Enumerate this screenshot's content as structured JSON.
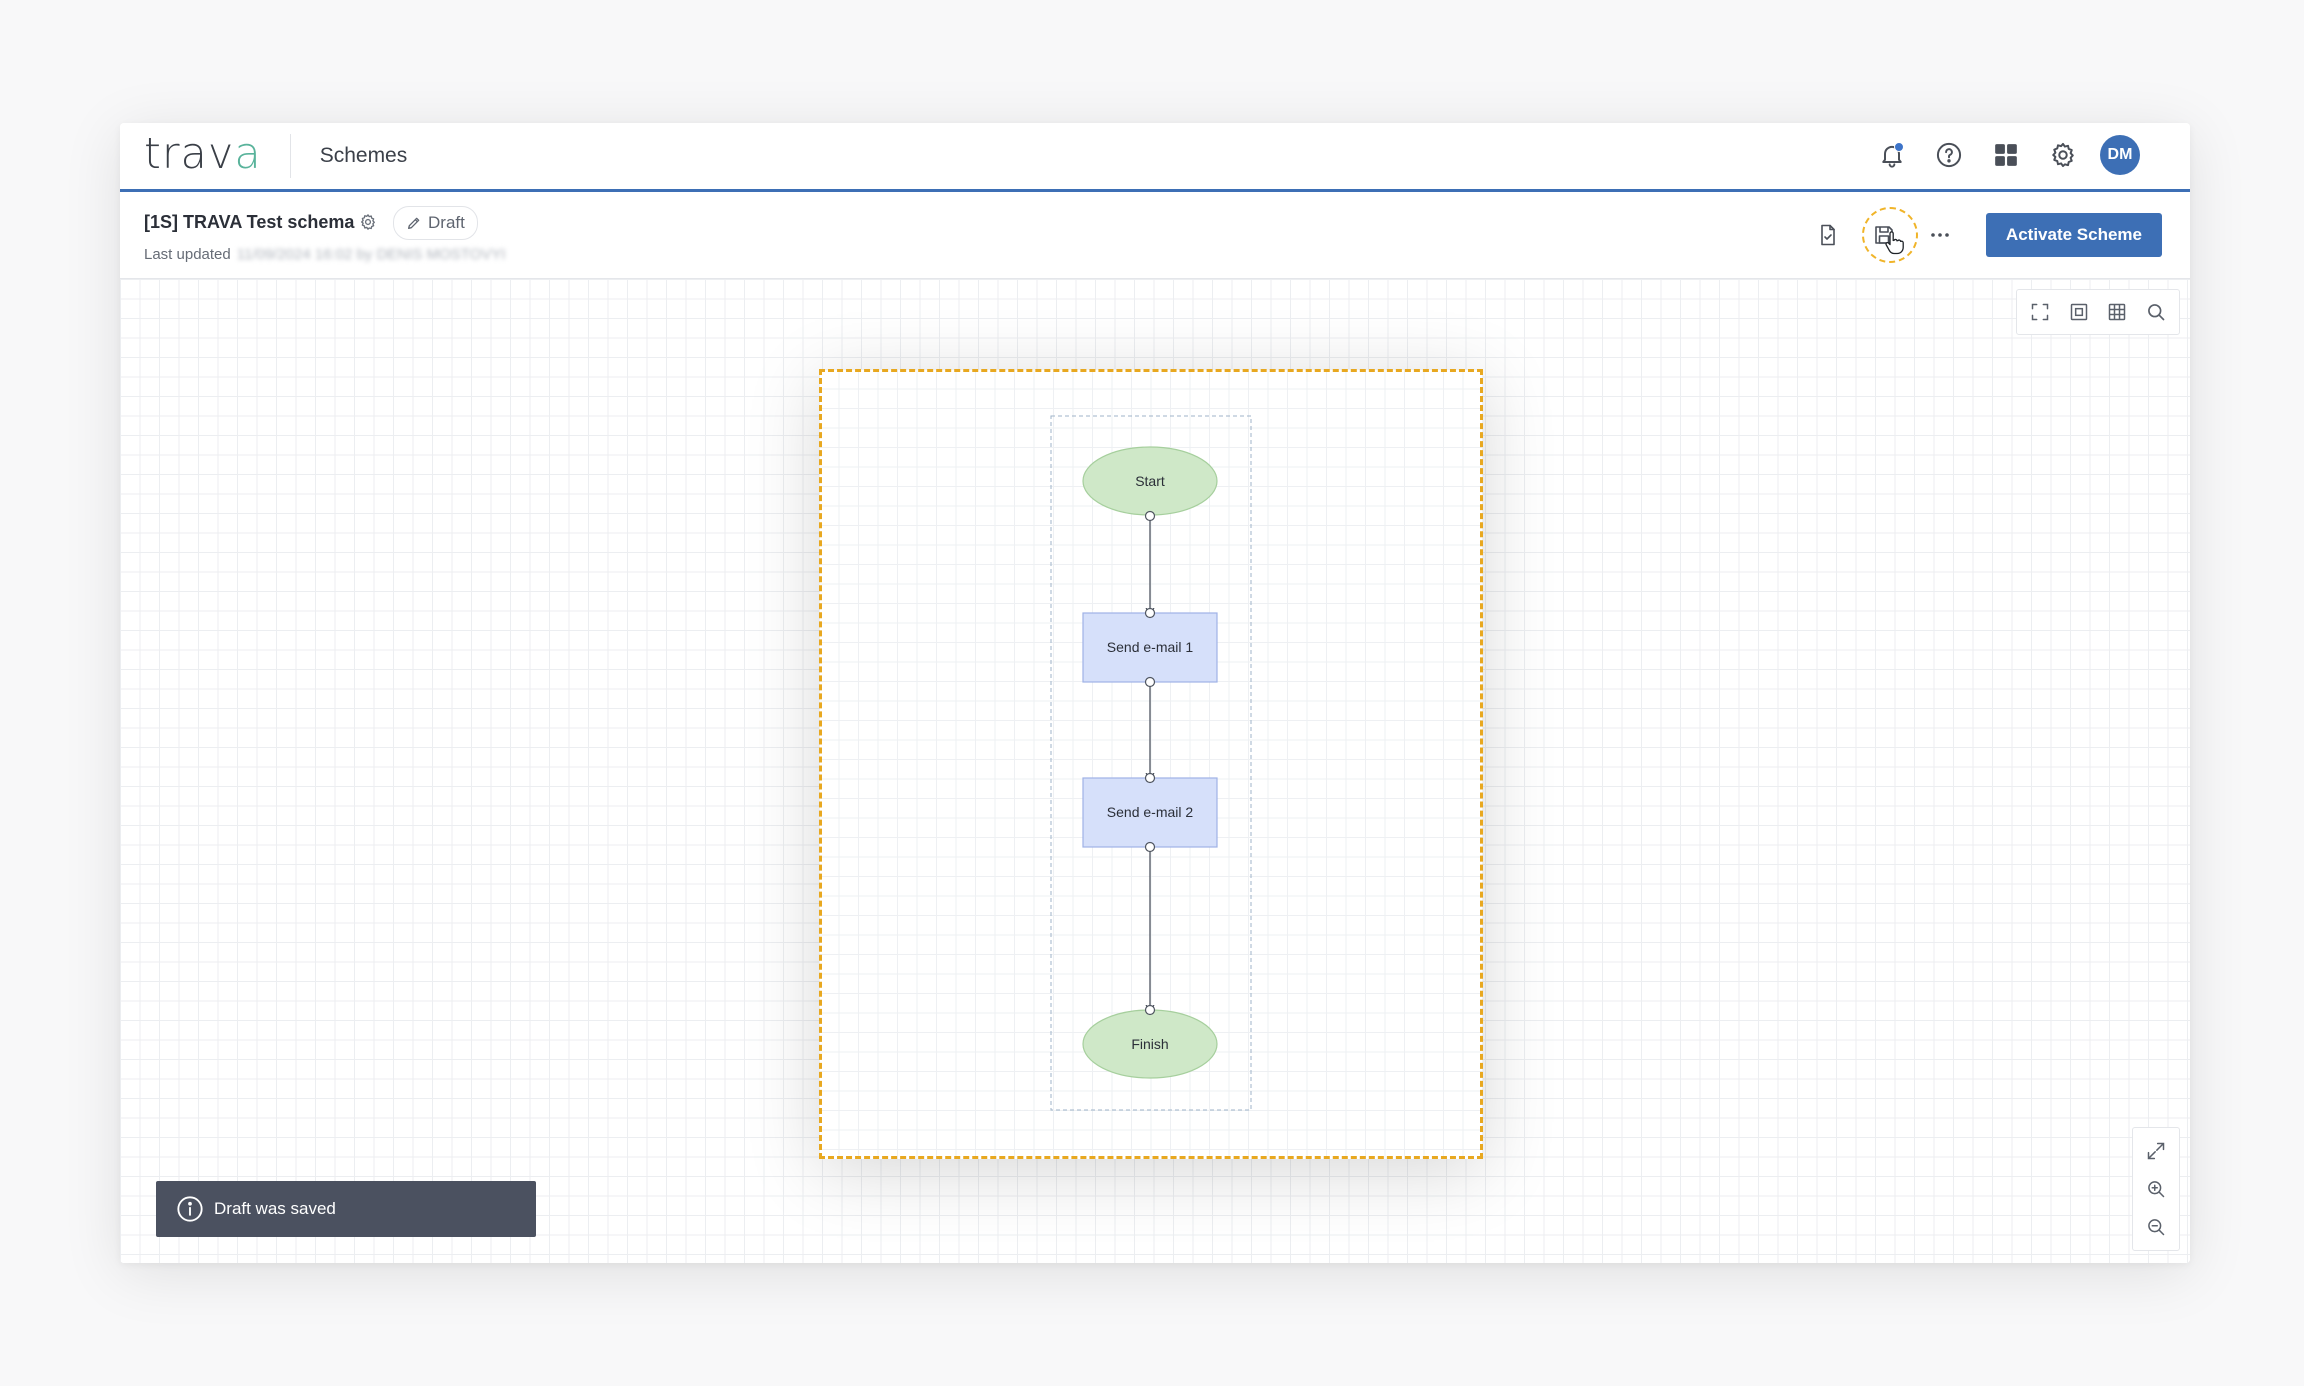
{
  "app": {
    "logo_main": "trav",
    "logo_accent": "a",
    "section_title": "Schemes",
    "avatar_initials": "DM",
    "accent_color": "#3d6fb5"
  },
  "nav_icons": [
    "bell-icon",
    "help-icon",
    "apps-grid-icon",
    "gear-icon"
  ],
  "scheme": {
    "title": "[1S] TRAVA Test schema",
    "status": "Draft",
    "last_updated_label": "Last updated",
    "last_updated_value": "11/09/2024 16:02 by DENIS MOSTOVYI"
  },
  "actions": {
    "activate_label": "Activate Scheme"
  },
  "canvas_toolbar": [
    "fullscreen-icon",
    "fit-page-icon",
    "grid-icon",
    "search-icon"
  ],
  "zoom_controls": [
    "expand-icon",
    "zoom-in-icon",
    "zoom-out-icon"
  ],
  "flow": {
    "nodes": [
      {
        "id": "start",
        "label": "Start",
        "shape": "ellipse",
        "color": "#cfe8c8"
      },
      {
        "id": "email1",
        "label": "Send e-mail 1",
        "shape": "rect",
        "color": "#d6e0fa"
      },
      {
        "id": "email2",
        "label": "Send e-mail 2",
        "shape": "rect",
        "color": "#d6e0fa"
      },
      {
        "id": "finish",
        "label": "Finish",
        "shape": "ellipse",
        "color": "#cfe8c8"
      }
    ]
  },
  "toast": {
    "message": "Draft was saved"
  }
}
